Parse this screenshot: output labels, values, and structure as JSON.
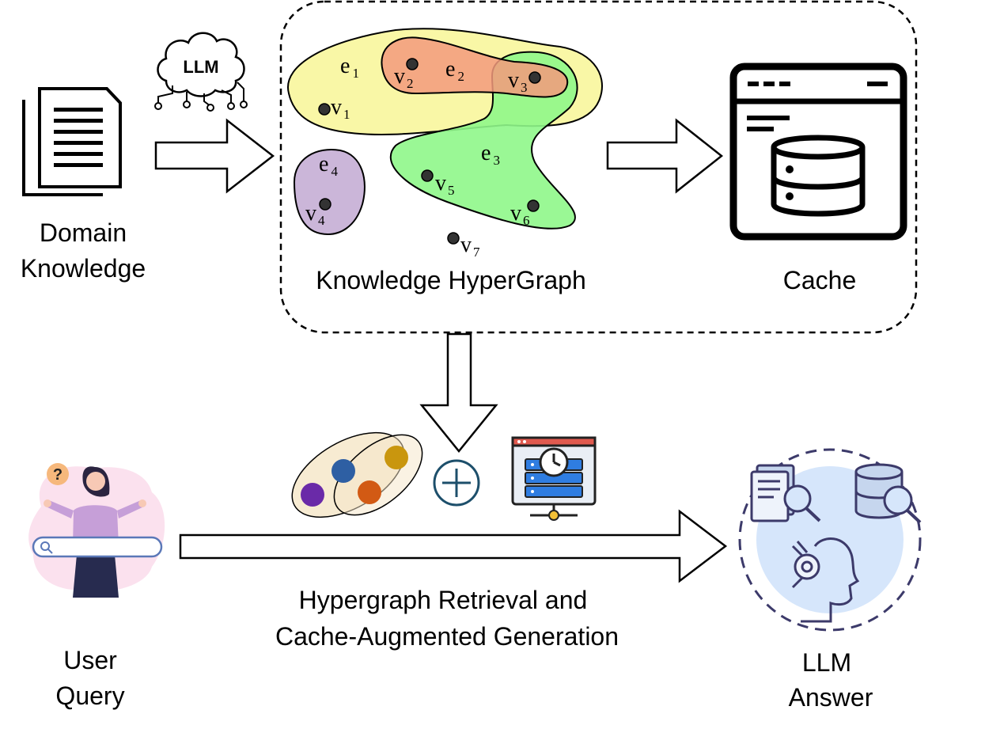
{
  "labels": {
    "domain_knowledge": [
      "Domain",
      "Knowledge"
    ],
    "knowledge_hypergraph": "Knowledge HyperGraph",
    "cache": "Cache",
    "user_query": [
      "User",
      "Query"
    ],
    "retrieval": [
      "Hypergraph Retrieval and",
      "Cache-Augmented Generation"
    ],
    "llm_answer": [
      "LLM",
      "Answer"
    ]
  },
  "llm_badge": "LLM",
  "question_mark": "?",
  "hypergraph": {
    "edges": [
      {
        "id": "e",
        "sub": "1",
        "color": "#f9f7a6"
      },
      {
        "id": "e",
        "sub": "2",
        "color": "#f7a98a"
      },
      {
        "id": "e",
        "sub": "3",
        "color": "#8ff78a"
      },
      {
        "id": "e",
        "sub": "4",
        "color": "#cbb6d9"
      }
    ],
    "nodes": [
      {
        "id": "v",
        "sub": "1"
      },
      {
        "id": "v",
        "sub": "2"
      },
      {
        "id": "v",
        "sub": "3"
      },
      {
        "id": "v",
        "sub": "4"
      },
      {
        "id": "v",
        "sub": "5"
      },
      {
        "id": "v",
        "sub": "6"
      },
      {
        "id": "v",
        "sub": "7"
      }
    ]
  },
  "colors": {
    "dot_blue": "#2e5fa3",
    "dot_purple": "#6a2aa8",
    "dot_orange": "#d25a14",
    "dot_gold": "#c9960e",
    "plus_circle": "#1d4f6b",
    "server_blue": "#2f7de1",
    "answer_bg": "#d6e6fb"
  }
}
